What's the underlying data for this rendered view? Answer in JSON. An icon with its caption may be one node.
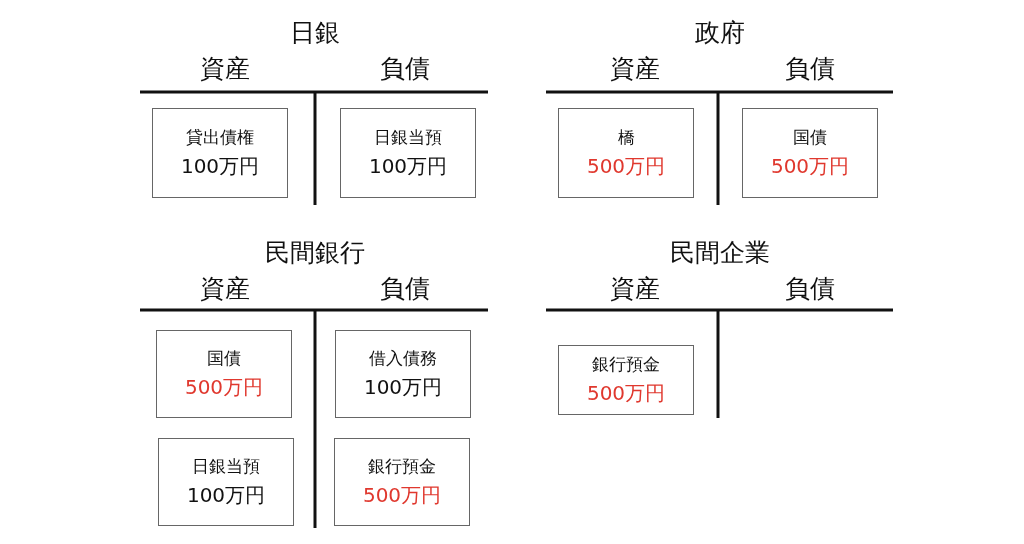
{
  "diagram": {
    "nodes": [
      {
        "text": [
          "貸出債権",
          "100万円"
        ]
      },
      {
        "text": [
          "日銀当預",
          "100万円"
        ]
      },
      {
        "text": [
          "橋",
          "500万円"
        ]
      },
      {
        "text": [
          "国債",
          "500万円"
        ]
      },
      {
        "text": [
          "国債",
          "500万円"
        ]
      },
      {
        "text": [
          "借入債務",
          "100万円"
        ]
      },
      {
        "text": [
          "日銀当預",
          "100万円"
        ]
      },
      {
        "text": [
          "銀行預金",
          "500万円"
        ]
      },
      {
        "text": [
          "銀行預金",
          "500万円"
        ]
      }
    ],
    "labels": [
      "日銀",
      "政府",
      "資産",
      "負債",
      "資産",
      "負債",
      "民間銀行",
      "民間企業",
      "資産",
      "負債",
      "資産",
      "負債"
    ]
  }
}
